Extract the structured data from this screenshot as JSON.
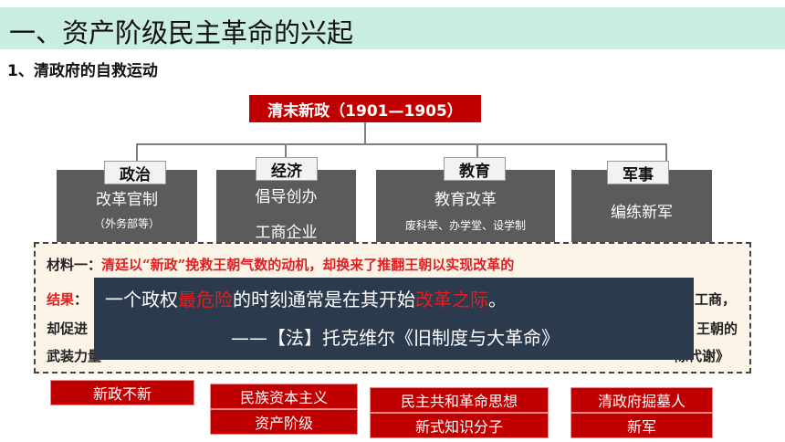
{
  "header": {
    "title": "一、资产阶级民主革命的兴起"
  },
  "section": {
    "subtitle": "1、清政府的自救运动"
  },
  "root": {
    "label": "清末新政（1901—1905）"
  },
  "categories": [
    {
      "tab": "政治",
      "line1": "改革官制",
      "line2": "（外务部等）"
    },
    {
      "tab": "经济",
      "line1": "倡导创办",
      "line2": "工商企业"
    },
    {
      "tab": "教育",
      "line1": "教育改革",
      "line2": "废科举、办学堂、设学制"
    },
    {
      "tab": "军事",
      "line1": "编练新军",
      "line2": ""
    }
  ],
  "material": {
    "label": "材料一：",
    "line1": "清廷以“新政”挽救王朝气数的动机，却换来了推翻王朝以实现改革的",
    "line2_label": "结果",
    "line2_colon": "：",
    "line2_end": "工商，",
    "line3_start": "却促进",
    "line3_end": "王朝的",
    "line4_start": "武装力量",
    "line4_end": "陈代谢》"
  },
  "quote": {
    "part1": "一个政权",
    "part2": "最危险",
    "part3": "的时刻通常是在其开始",
    "part4": "改革之际",
    "part5": "。",
    "source": "——【法】托克维尔《旧制度与大革命》"
  },
  "results": [
    {
      "lines": [
        "新政不新"
      ]
    },
    {
      "lines": [
        "民族资本主义",
        "资产阶级"
      ]
    },
    {
      "lines": [
        "民主共和革命思想",
        "新式知识分子"
      ]
    },
    {
      "lines": [
        "清政府掘墓人",
        "新军"
      ]
    }
  ],
  "colors": {
    "title_bg": "#c9ede0",
    "accent_red": "#c00000",
    "box_gray": "#5b5b5b",
    "quote_bg": "#2c3a4d",
    "highlight_red": "#e02020"
  }
}
